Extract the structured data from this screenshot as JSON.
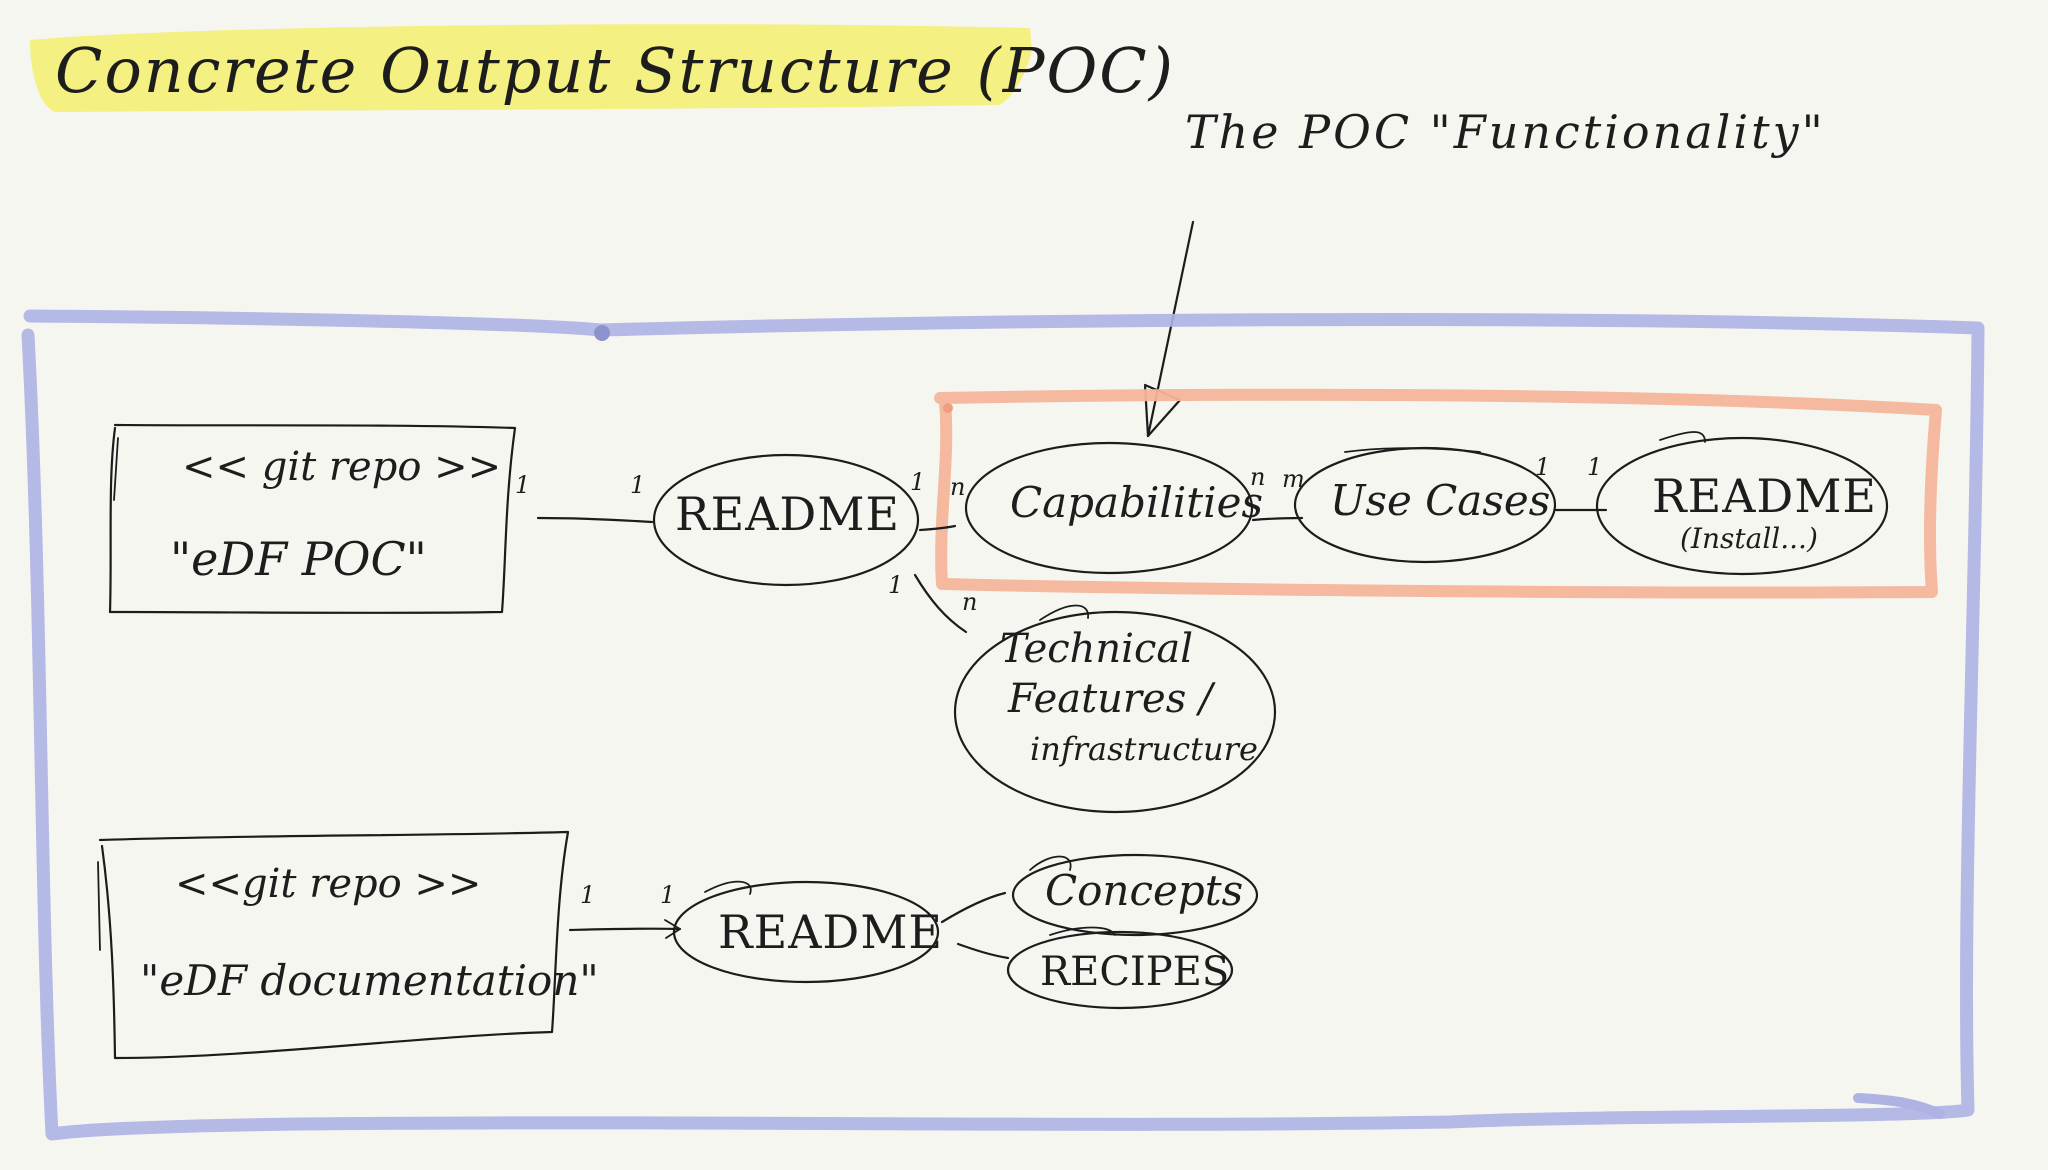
{
  "title": "Concrete Output Structure (POC)",
  "annotation": {
    "label": "The POC \"Functionality\""
  },
  "colors": {
    "highlight": "#f3ef7a",
    "outer_frame": "#aeb3e3",
    "poc_frame": "#f3b59a",
    "ink": "#1c1c1c",
    "background": "#f6f6f1"
  },
  "repo_poc": {
    "stereotype": "<< git repo >>",
    "name": "\"eDF POC\""
  },
  "repo_docs": {
    "stereotype": "<<git repo >>",
    "name": "\"eDF documentation\""
  },
  "nodes": {
    "readme_poc": "README",
    "capabilities": "Capabilities",
    "use_cases": "Use Cases",
    "readme_install": "README",
    "readme_install_sub": "(Install...)",
    "technical_line1": "Technical",
    "technical_line2": "Features /",
    "technical_line3": "infrastructure",
    "readme_docs": "README",
    "concepts": "Concepts",
    "recipes": "RECIPES"
  },
  "multiplicities": {
    "repo_poc_readme_left": "1",
    "repo_poc_readme_right": "1",
    "readme_cap_left": "1",
    "readme_cap_right": "n",
    "cap_use_left": "n",
    "cap_use_right": "m",
    "use_readme_left": "1",
    "use_readme_right": "1",
    "readme_tech_left": "1",
    "readme_tech_right": "n",
    "repo_docs_readme_left": "1",
    "repo_docs_readme_right": "1"
  }
}
